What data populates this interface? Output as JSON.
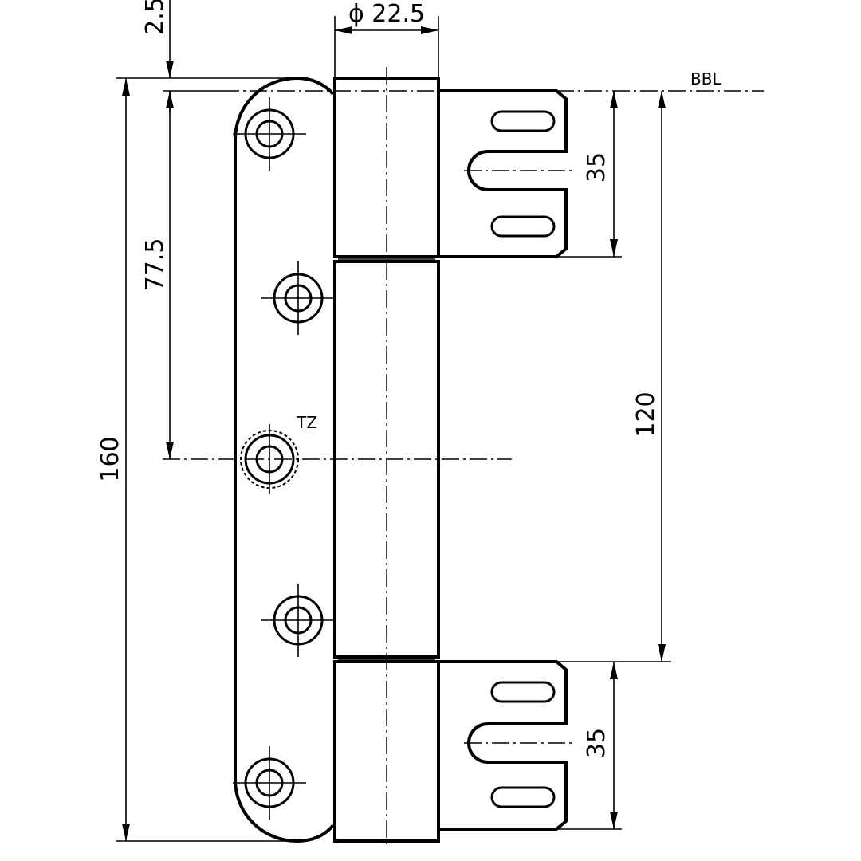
{
  "drawing": {
    "dimensions": {
      "offset_top": "2.5",
      "pin_diameter": "ϕ 22.5",
      "tab_height_top": "35",
      "tab_height_bottom": "35",
      "hole_spacing": "77.5",
      "tab_spacing": "120",
      "overall_height": "160"
    },
    "labels": {
      "reference_line": "BBL",
      "center_mark": "TZ"
    }
  }
}
